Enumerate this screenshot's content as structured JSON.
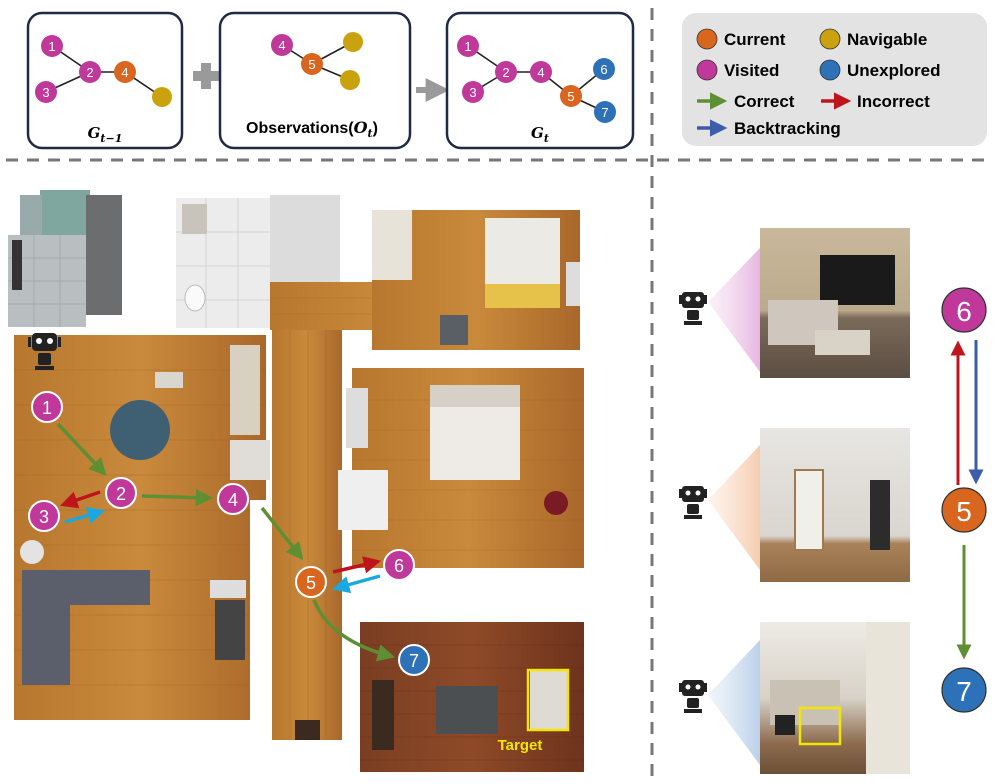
{
  "graphs": {
    "prev": {
      "caption": "G",
      "sub": "t−1",
      "nodes": [
        "1",
        "2",
        "3",
        "4"
      ]
    },
    "observation": {
      "caption": "Observations(",
      "var": "O",
      "sub": "t",
      "close": ")",
      "nodes": [
        "4",
        "5"
      ]
    },
    "next": {
      "caption": "G",
      "sub": "t",
      "nodes": [
        "1",
        "2",
        "3",
        "4",
        "5",
        "6",
        "7"
      ]
    }
  },
  "legend": {
    "current": "Current",
    "navigable": "Navigable",
    "visited": "Visited",
    "unexplored": "Unexplored",
    "correct": "Correct",
    "incorrect": "Incorrect",
    "backtracking": "Backtracking"
  },
  "map": {
    "nodes": [
      "1",
      "2",
      "3",
      "4",
      "5",
      "6",
      "7"
    ],
    "target_label": "Target"
  },
  "views": {
    "nodes": [
      "6",
      "5",
      "7"
    ]
  },
  "colors": {
    "current": "#D9661F",
    "visited": "#C0399A",
    "navigable": "#C9A20E",
    "unexplored": "#2D72B8",
    "correct": "#5E8F33",
    "incorrect": "#C0141C",
    "backtracking": "#3B5DAA",
    "backtrack_map": "#19A9E0",
    "target_box": "#F2E600"
  }
}
